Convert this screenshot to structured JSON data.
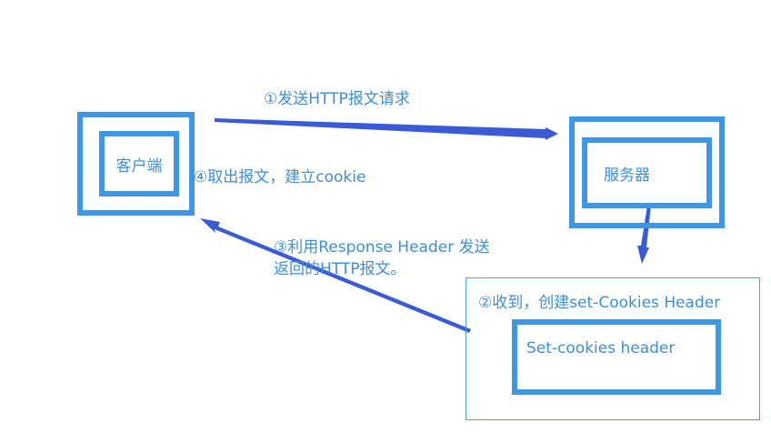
{
  "nodes": {
    "client": "客户端",
    "server": "服务器",
    "cookie_box": "Set-cookies header"
  },
  "steps": {
    "step1": "①发送HTTP报文请求",
    "step2": "②收到，创建set-Cookies Header",
    "step3_line1": "③利用Response Header 发送",
    "step3_line2": "返回的HTTP报文。",
    "step4": "④取出报文，建立cookie"
  },
  "colors": {
    "box_border": "#3d97e4",
    "text": "#3d8fd8",
    "arrow": "#3b5bd6"
  }
}
